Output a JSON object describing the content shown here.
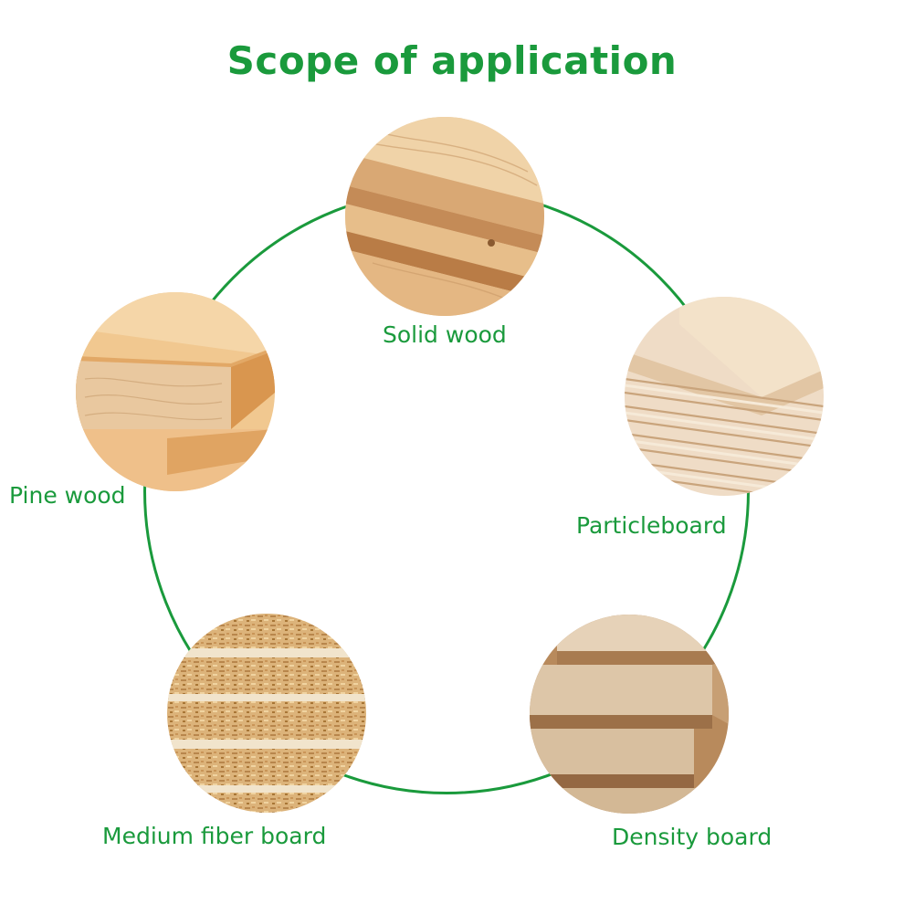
{
  "title": "Scope of application",
  "accent_color": "#1a9a3c",
  "items": [
    {
      "label": "Solid wood",
      "icon": "solid-wood-photo"
    },
    {
      "label": "Particleboard",
      "icon": "particleboard-photo"
    },
    {
      "label": "Density board",
      "icon": "density-board-photo"
    },
    {
      "label": "Medium fiber board",
      "icon": "medium-fiber-board-photo"
    },
    {
      "label": "Pine wood",
      "icon": "pine-wood-photo"
    }
  ]
}
